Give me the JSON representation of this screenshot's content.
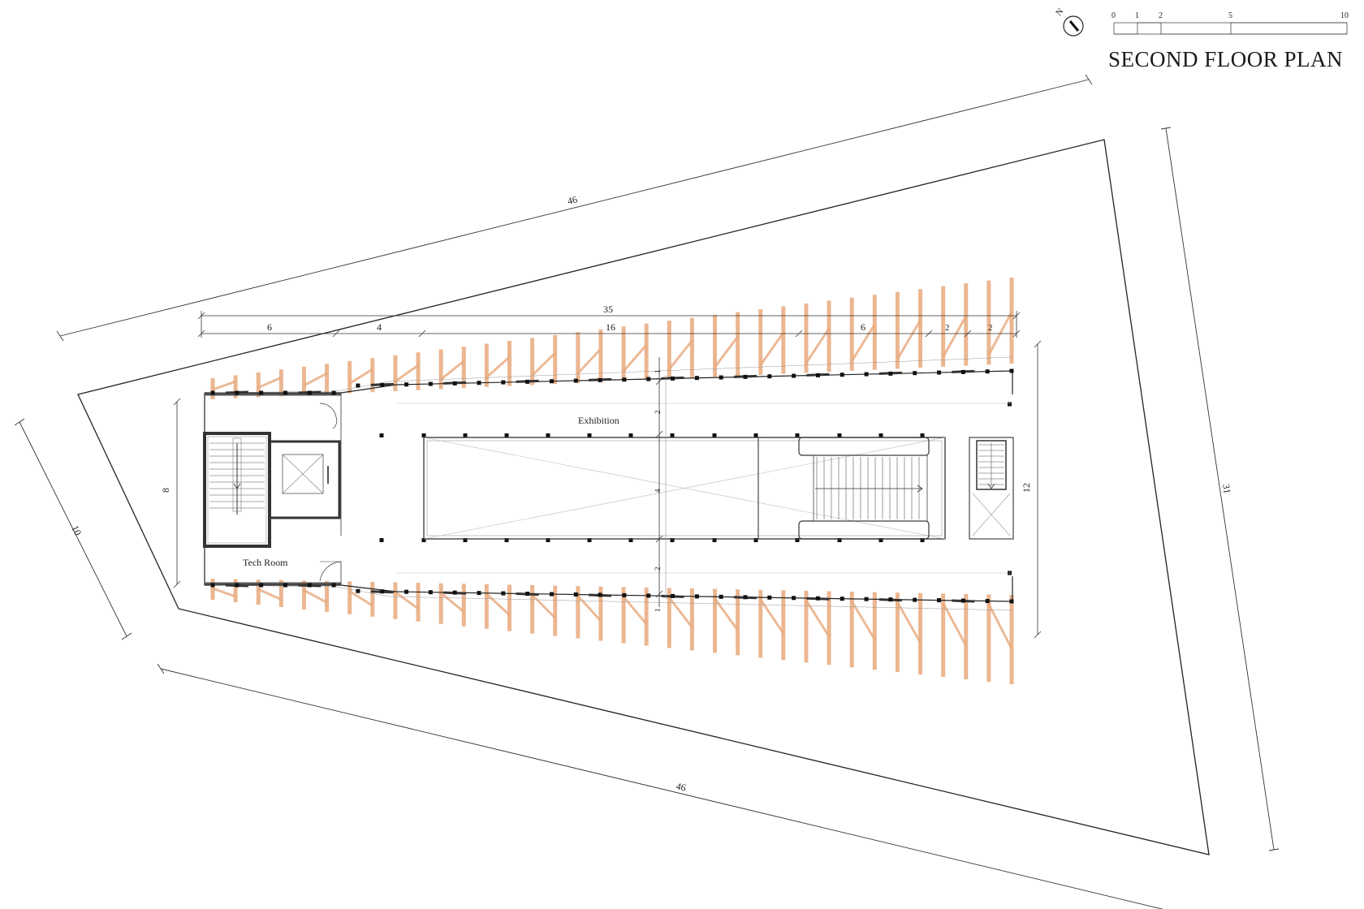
{
  "title": "SECOND FLOOR PLAN",
  "north": {
    "label": "N"
  },
  "scale_bar": {
    "ticks": [
      "0",
      "1",
      "2",
      "5",
      "10"
    ]
  },
  "rooms": {
    "exhibition": "Exhibition",
    "tech_room": "Tech Room"
  },
  "dimensions": {
    "site_top": "46",
    "site_bottom": "46",
    "site_left": "10",
    "site_right": "31",
    "overall_length": "35",
    "segment_1": "6",
    "segment_2": "4",
    "segment_3": "16",
    "segment_4": "6",
    "segment_5": "2",
    "segment_6": "2",
    "width_left": "8",
    "width_right": "12",
    "bay_top_1": "1",
    "bay_top_2": "2",
    "bay_mid": "4",
    "bay_bottom_2": "2",
    "bay_bottom_1": "1"
  },
  "colors": {
    "timber": "#e8a97c",
    "line": "#1a1a1a",
    "column": "#111111"
  }
}
